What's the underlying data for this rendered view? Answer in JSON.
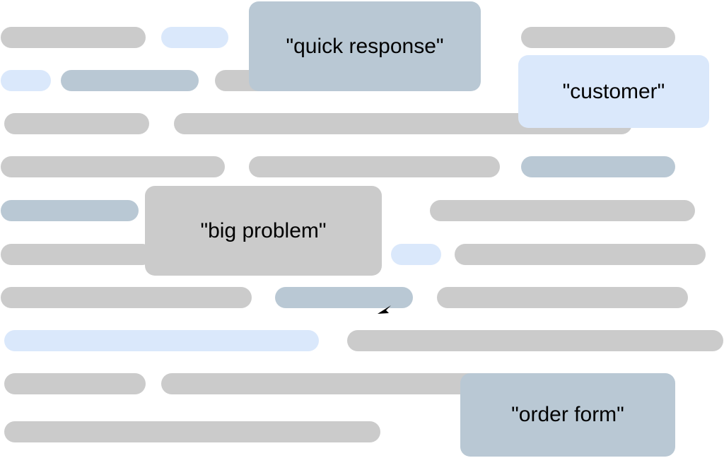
{
  "colors": {
    "gray_bar": "#cbcbcb",
    "light_blue_bar": "#dae8fb",
    "slate_blue_bar": "#b9c8d4",
    "text": "#000000"
  },
  "bar_kinds_by_row": [
    [
      "gray",
      "light",
      "gray"
    ],
    [
      "light",
      "slate",
      "gray"
    ],
    [
      "gray",
      "gray"
    ],
    [
      "gray",
      "gray",
      "slate"
    ],
    [
      "slate",
      "gray"
    ],
    [
      "gray",
      "light",
      "gray"
    ],
    [
      "gray",
      "slate",
      "gray"
    ],
    [
      "light",
      "gray"
    ],
    [
      "gray",
      "gray"
    ],
    [
      "gray"
    ]
  ],
  "callouts": {
    "quick_response": "\"quick response\"",
    "customer": "\"customer\"",
    "big_problem": "\"big problem\"",
    "order_form": "\"order form\""
  },
  "pointer": "arrow-cursor-icon"
}
